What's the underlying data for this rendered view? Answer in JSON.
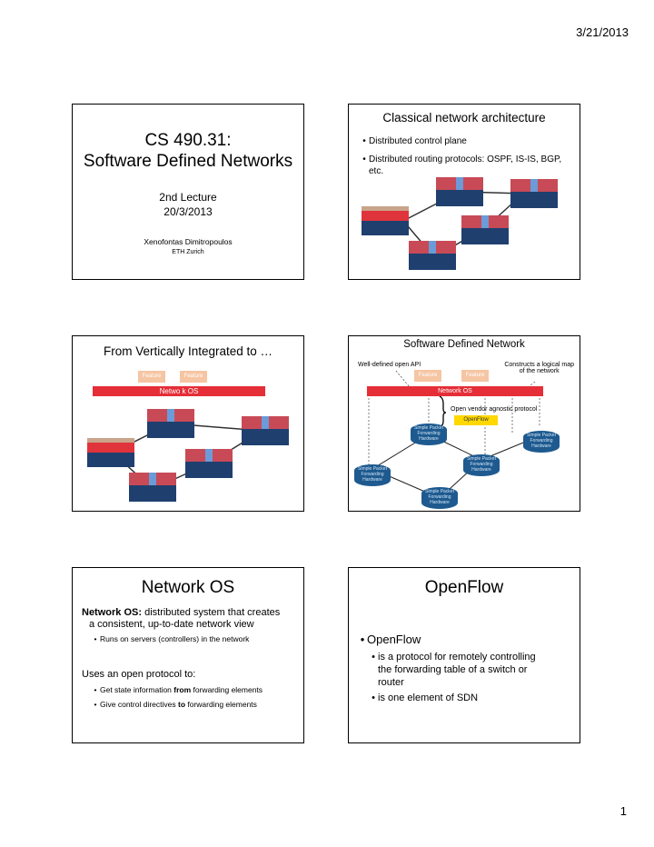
{
  "header": {
    "date": "3/21/2013"
  },
  "footer": {
    "page_number": "1"
  },
  "slide1": {
    "title_line1": "CS 490.31:",
    "title_line2": "Software Defined Networks",
    "lecture": "2nd Lecture",
    "date": "20/3/2013",
    "author": "Xenofontas Dimitropoulos",
    "affiliation": "ETH Zurich"
  },
  "slide2": {
    "title": "Classical network architecture",
    "bullets": [
      "Distributed control plane",
      "Distributed routing protocols: OSPF, IS-IS, BGP, etc."
    ]
  },
  "slide3": {
    "title": "From Vertically Integrated to …",
    "app1": "Feature",
    "app2": "Feature",
    "network_os": "Netwo k OS"
  },
  "slide4": {
    "title": "Software Defined Network",
    "api_label": "Well-defined open API",
    "map_label_line1": "Constructs a logical map",
    "map_label_line2": "of the network",
    "app1": "Feature",
    "app2": "Feature",
    "network_os": "Network OS",
    "protocol_label": "Open vendor agnostic protocol",
    "openflow_box": "OpenFlow",
    "forwarder_line1": "Simple Packet",
    "forwarder_line2": "Forwarding",
    "forwarder_line3": "Hardware"
  },
  "slide5": {
    "title": "Network OS",
    "def_term": "Network OS:",
    "def_text_line1": " distributed system that creates",
    "def_text_line2": "a consistent, up-to-date network view",
    "sub1": "Runs on servers (controllers) in the network",
    "open_protocol": "Uses an open protocol to:",
    "sub2_pre": "Get state information ",
    "sub2_bold": "from",
    "sub2_post": " forwarding elements",
    "sub3_pre": "Give control directives ",
    "sub3_bold": "to",
    "sub3_post": " forwarding elements"
  },
  "slide6": {
    "title": "OpenFlow",
    "main_bullet": "OpenFlow",
    "sub1_line1": "is a protocol for remotely controlling",
    "sub1_line2": "the forwarding table of a switch or",
    "sub1_line3": "router",
    "sub2": "is one element of SDN"
  }
}
